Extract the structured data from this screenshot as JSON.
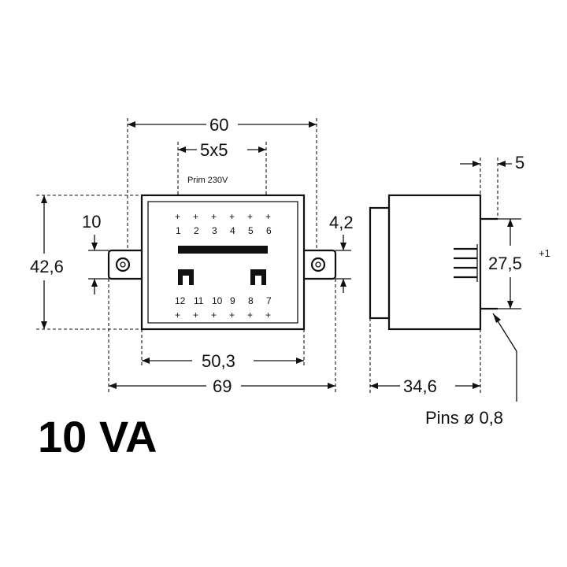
{
  "dimensions": {
    "width_top": "60",
    "pin_grid": "5x5",
    "primary_label": "Prim 230V",
    "mount_offset": "10",
    "height": "42,6",
    "lug_height": "4,2",
    "core_width": "50,3",
    "total_width": "69",
    "side_pin_offset": "5",
    "pin_spacing": "27,5",
    "pin_spacing_tolerance": "+1",
    "depth": "34,6",
    "pins_label": "Pins ø 0,8"
  },
  "pins": {
    "top_row": [
      "1",
      "2",
      "3",
      "4",
      "5",
      "6"
    ],
    "bottom_row": [
      "12",
      "11",
      "10",
      "9",
      "8",
      "7"
    ]
  },
  "rating": "10 VA"
}
